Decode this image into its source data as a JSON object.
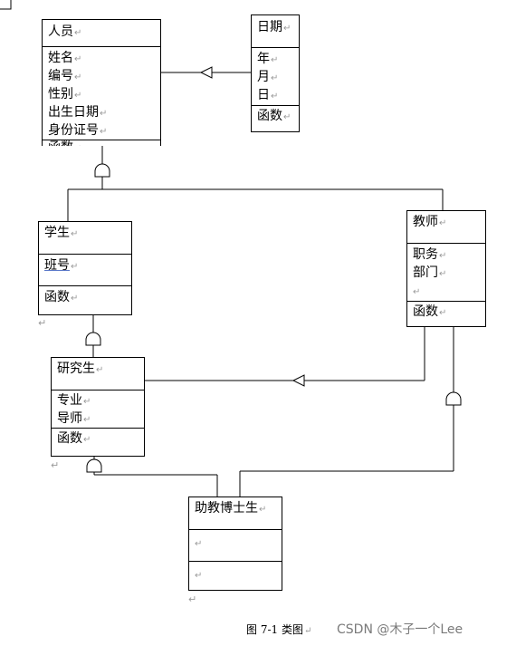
{
  "classes": {
    "person": {
      "name": "人员",
      "attributes": [
        "姓名",
        "编号",
        "性别",
        "出生日期",
        "身份证号"
      ],
      "method_partial": "函数"
    },
    "date": {
      "name": "日期",
      "attributes": [
        "年",
        "月",
        "日"
      ],
      "method": "函数"
    },
    "student": {
      "name": "学生",
      "attribute": "班号",
      "method": "函数"
    },
    "teacher": {
      "name": "教师",
      "attributes": [
        "职务",
        "部门"
      ],
      "method": "函数"
    },
    "graduate": {
      "name": "研究生",
      "attributes": [
        "专业",
        "导师"
      ],
      "method": "函数"
    },
    "ta_phd": {
      "name": "助教博士生"
    }
  },
  "paragraph_mark": "↵",
  "caption": "图 7-1  类图",
  "watermark": "CSDN @木子一个Lee"
}
